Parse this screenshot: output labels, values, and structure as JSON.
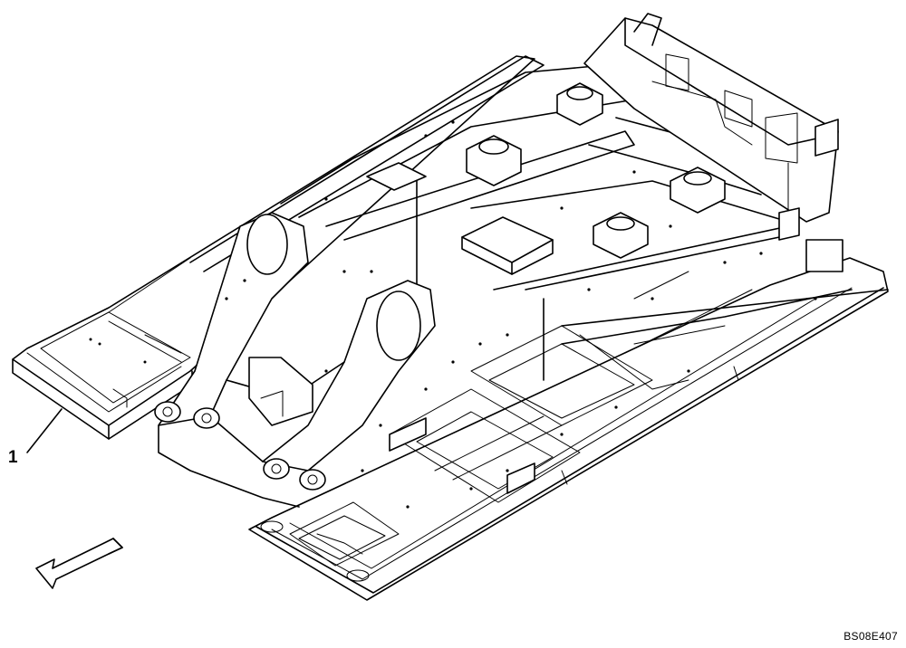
{
  "callout": {
    "number": "1",
    "target": "chassis-frame"
  },
  "drawing_code": "BS08E407",
  "direction_arrow": {
    "icon": "front-direction-arrow-icon",
    "points": "down-left"
  },
  "colors": {
    "line": "#000000",
    "background": "#ffffff"
  }
}
